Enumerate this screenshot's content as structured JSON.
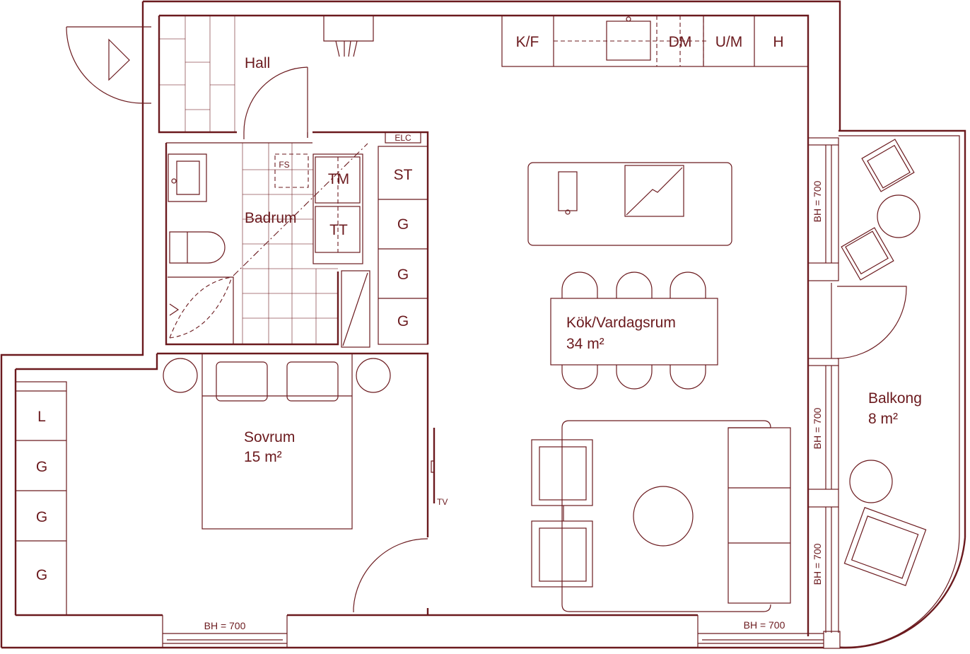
{
  "rooms": {
    "hall": "Hall",
    "badrum": "Badrum",
    "kok_name": "Kök/Vardagsrum",
    "kok_area": "34 m²",
    "sovrum_name": "Sovrum",
    "sovrum_area": "15 m²",
    "balkong_name": "Balkong",
    "balkong_area": "8 m²"
  },
  "kitchen_units": {
    "kf": "K/F",
    "dm": "DM",
    "um": "U/M",
    "h": "H"
  },
  "storage": {
    "st": "ST",
    "g": "G",
    "l": "L"
  },
  "appliances": {
    "tm": "TM",
    "tt": "TT",
    "fs": "FS",
    "elc": "ELC",
    "tv": "TV"
  },
  "windows": {
    "bh": "BH = 700"
  },
  "colors": {
    "line": "#6b1a1e",
    "background": "#ffffff"
  }
}
